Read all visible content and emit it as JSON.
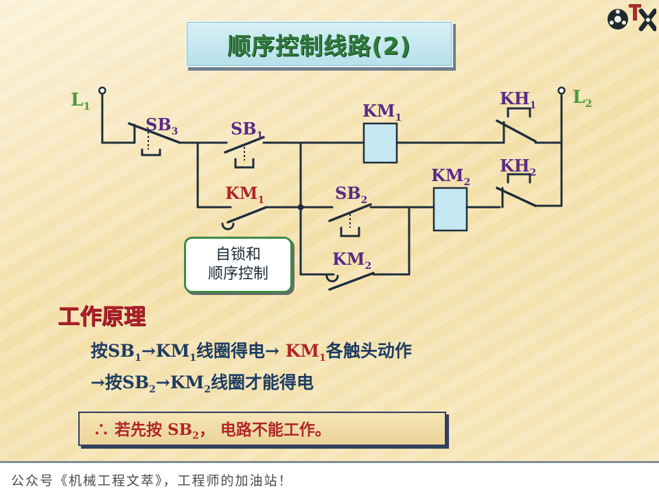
{
  "title": "顺序控制线路(2)",
  "circuit": {
    "nodes": [
      {
        "label": "L",
        "sub": "1"
      },
      {
        "label": "L",
        "sub": "2"
      }
    ],
    "components": [
      {
        "label": "SB",
        "sub": "3"
      },
      {
        "label": "SB",
        "sub": "1"
      },
      {
        "label": "KM",
        "sub": "1"
      },
      {
        "label": "KH",
        "sub": "1"
      },
      {
        "label": "KM",
        "sub": "1"
      },
      {
        "label": "SB",
        "sub": "2"
      },
      {
        "label": "KM",
        "sub": "2"
      },
      {
        "label": "KH",
        "sub": "2"
      },
      {
        "label": "KM",
        "sub": "2"
      }
    ],
    "callout_lines": [
      "自锁和",
      "顺序控制"
    ]
  },
  "principle": {
    "heading": "工作原理",
    "line1": {
      "p1": "按SB",
      "s1": "1",
      "p2": "→KM",
      "s2": "1",
      "p3": "线圈得电→ ",
      "p4": "KM",
      "s4": "1",
      "p5": "各触头动作"
    },
    "line2": {
      "p1": "→按SB",
      "s1": "2",
      "p2": "→KM",
      "s2": "2",
      "p3": "线圈才能得电"
    }
  },
  "conclusion": {
    "p1": "∴ 若先按 SB",
    "s1": "2",
    "p2": "， 电路不能工作。"
  },
  "footer": "公众号《机械工程文萃》，工程师的加油站！",
  "colors": {
    "title_green": "#2f7a3a",
    "label_purple": "#5a2a86",
    "accent_red": "#b0262a",
    "text_navy": "#1e3c62",
    "coil_fill": "#c6e8f3"
  },
  "icons": [
    "logo-mark"
  ]
}
